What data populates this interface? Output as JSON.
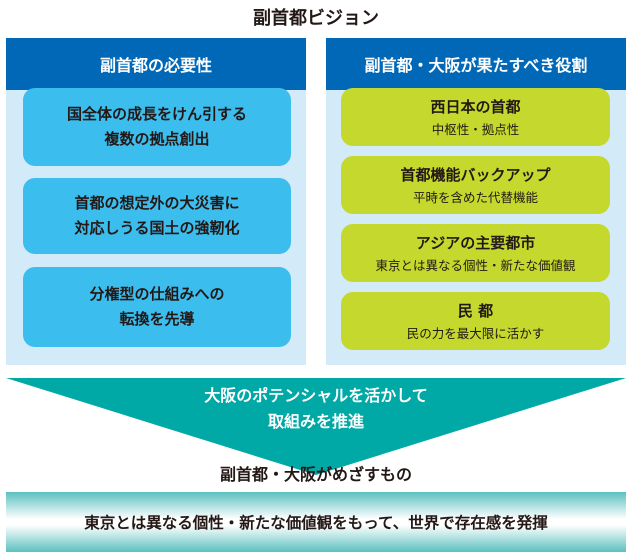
{
  "title": "副首都ビジョン",
  "left": {
    "header": "副首都の必要性",
    "items": [
      {
        "line1": "国全体の成長をけん引する",
        "line2": "複数の拠点創出"
      },
      {
        "line1": "首都の想定外の大災害に",
        "line2": "対応しうる国土の強靭化"
      },
      {
        "line1": "分権型の仕組みへの",
        "line2": "転換を先導"
      }
    ]
  },
  "right": {
    "header": "副首都・大阪が果たすべき役割",
    "items": [
      {
        "main": "西日本の首都",
        "sub": "中枢性・拠点性"
      },
      {
        "main": "首都機能バックアップ",
        "sub": "平時を含めた代替機能"
      },
      {
        "main": "アジアの主要都市",
        "sub": "東京とは異なる個性・新たな価値観"
      },
      {
        "main": "民 都",
        "sub": "民の力を最大限に活かす"
      }
    ]
  },
  "arrow": {
    "line1": "大阪のポテンシャルを活かして",
    "line2": "取組みを推進"
  },
  "goal": {
    "label": "副首都・大阪がめざすもの",
    "text": "東京とは異なる個性・新たな価値観をもって、世界で存在感を発揮"
  },
  "colors": {
    "header": "#0068b6",
    "panel": "#d3ebf8",
    "left_box": "#3bbdee",
    "right_box": "#c4d82e",
    "arrow": "#00a9a5"
  }
}
